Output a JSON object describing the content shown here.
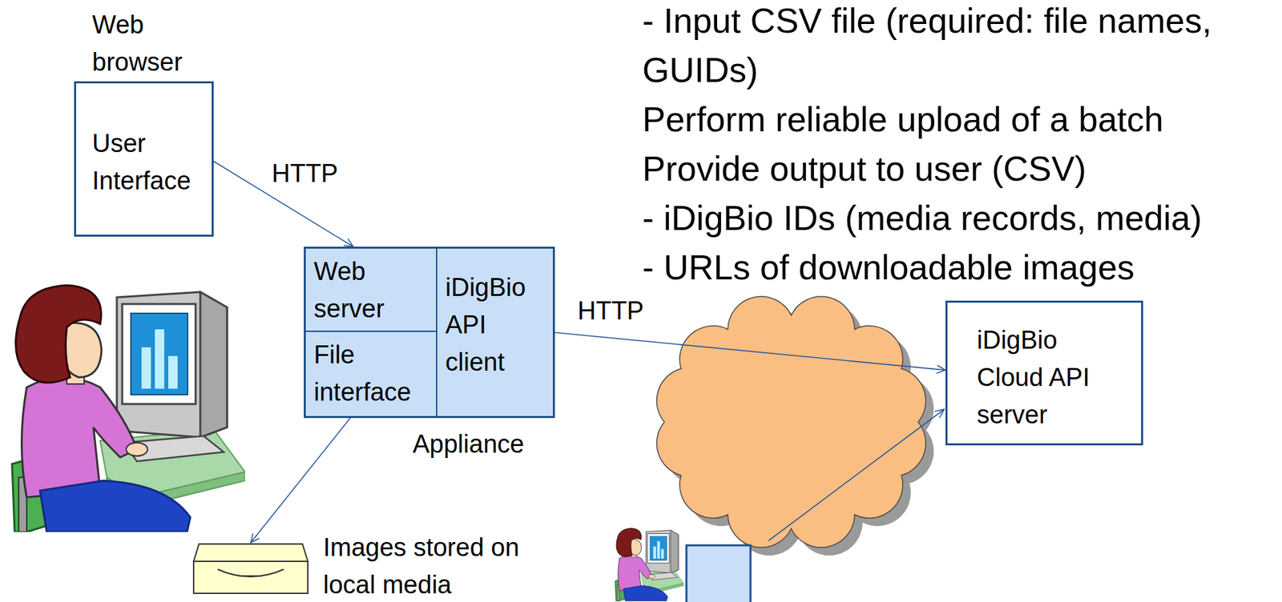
{
  "diagram": {
    "nodes": [
      {
        "text": [
          "Web browser",
          "User Interface"
        ]
      },
      {
        "text": [
          "Appliance"
        ]
      },
      {
        "text": [
          "Web server"
        ],
        "in": 1
      },
      {
        "text": [
          "File interface"
        ],
        "in": 1
      },
      {
        "text": [
          "iDigBio API client"
        ],
        "in": 1
      },
      {
        "text": [
          "iDigBio Cloud API server"
        ]
      },
      {
        "text": [
          "Images stored on local media"
        ]
      }
    ],
    "edges": [
      {
        "from": 0,
        "to": 1,
        "label": "HTTP",
        "arrow": "to"
      },
      {
        "from": 4,
        "to": 5,
        "label": "HTTP",
        "arrow": "to"
      },
      {
        "from": 3,
        "to": 6,
        "arrow": "to"
      }
    ],
    "labels": [
      "- Input CSV file (required: file names, GUIDs)",
      "Perform reliable upload of a batch",
      "Provide output to user (CSV)",
      "- iDigBio IDs (media records, media)",
      "- URLs of downloadable images"
    ]
  }
}
